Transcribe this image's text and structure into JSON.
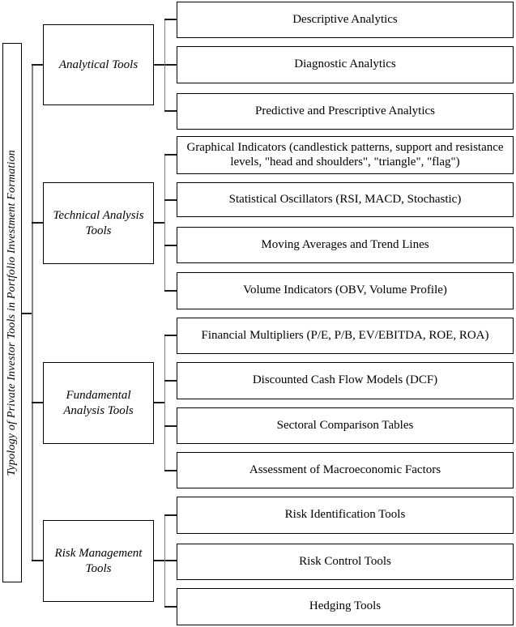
{
  "root": {
    "title": "Typology of Private Investor Tools in Portfolio Investment Formation"
  },
  "groups": [
    {
      "category": "Analytical Tools",
      "leaves": [
        "Descriptive Analytics",
        "Diagnostic Analytics",
        "Predictive and Prescriptive Analytics"
      ]
    },
    {
      "category": "Technical Analysis Tools",
      "leaves": [
        "Graphical Indicators (candlestick patterns, support and resistance levels, \"head and shoulders\", \"triangle\", \"flag\")",
        "Statistical Oscillators (RSI, MACD, Stochastic)",
        "Moving Averages and Trend Lines",
        "Volume Indicators (OBV, Volume Profile)"
      ]
    },
    {
      "category": "Fundamental Analysis Tools",
      "leaves": [
        "Financial Multipliers (P/E, P/B, EV/EBITDA, ROE, ROA)",
        "Discounted Cash Flow Models (DCF)",
        "Sectoral Comparison Tables",
        "Assessment of Macroeconomic Factors"
      ]
    },
    {
      "category": "Risk Management Tools",
      "leaves": [
        "Risk Identification Tools",
        "Risk Control Tools",
        "Hedging Tools"
      ]
    }
  ],
  "colors": {
    "background": "#ffffff",
    "box_border": "#000000",
    "text": "#000000",
    "connector_horizontal": "#1c1c1c",
    "connector_vertical": "#808080"
  }
}
